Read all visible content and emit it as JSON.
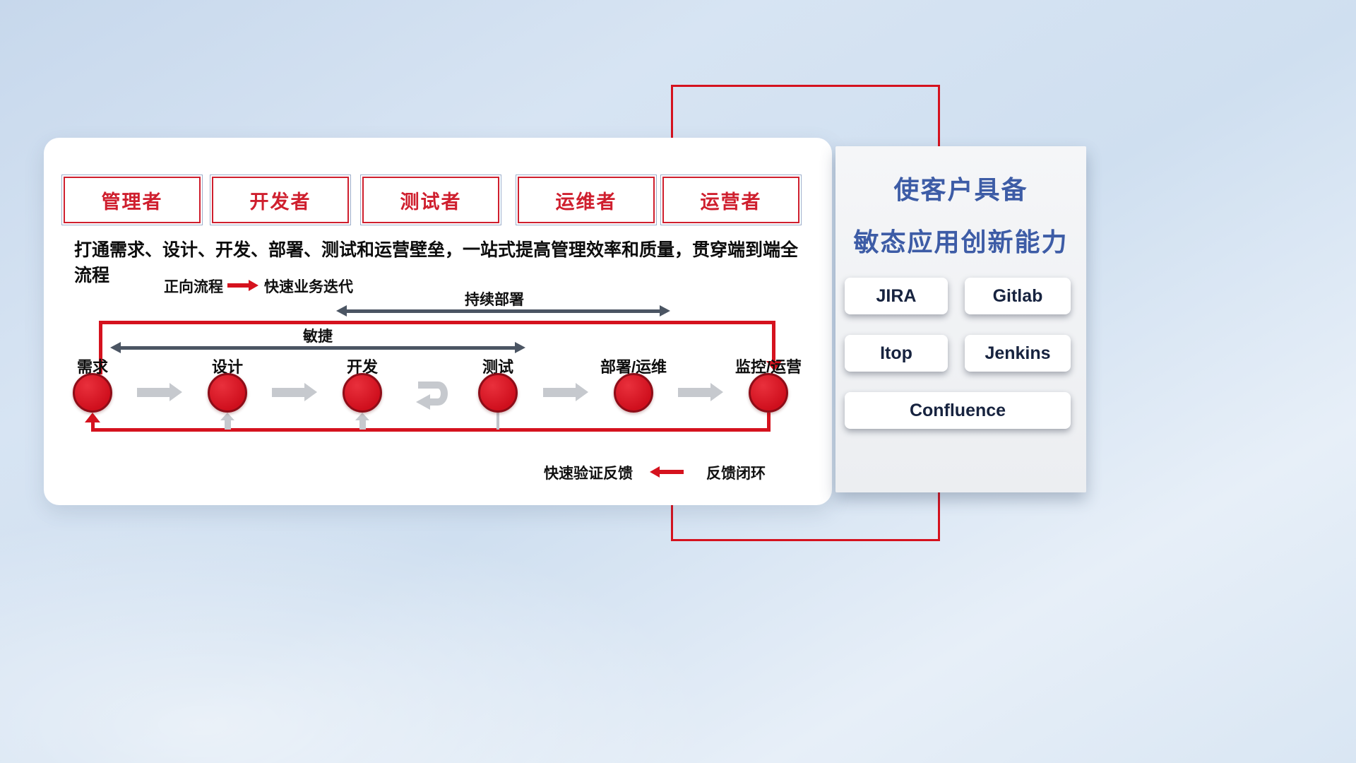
{
  "roles": [
    "管理者",
    "开发者",
    "测试者",
    "运维者",
    "运营者"
  ],
  "subtitle": "打通需求、设计、开发、部署、测试和运营壁垒，一站式提高管理效率和质量，贯穿端到端全流程",
  "legend": {
    "forward_label": "正向流程",
    "forward_desc": "快速业务迭代",
    "feedback_fast": "快速验证反馈",
    "feedback_label": "反馈闭环"
  },
  "flow_labels": {
    "continuous_deployment": "持续部署",
    "agile": "敏捷"
  },
  "stages": [
    "需求",
    "设计",
    "开发",
    "测试",
    "部署/运维",
    "监控/运营"
  ],
  "right_panel": {
    "title_line1": "使客户具备",
    "title_line2": "敏态应用创新能力",
    "tools": [
      "JIRA",
      "Gitlab",
      "Itop",
      "Jenkins",
      "Confluence"
    ]
  },
  "colors": {
    "accent_red": "#d5121e",
    "node_red": "#cf0f1d",
    "role_red": "#cf1f2e",
    "title_blue": "#3d5ca6",
    "arrow_slate": "#4b5563",
    "arrow_gray": "#c6c9ce"
  }
}
